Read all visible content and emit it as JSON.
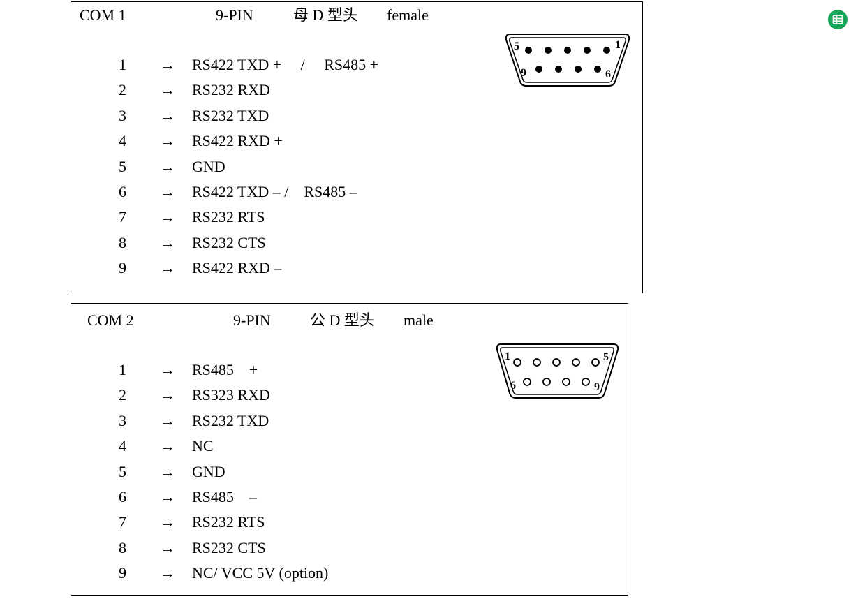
{
  "com1": {
    "port": "COM 1",
    "pins": "9-PIN",
    "type_cn": "母 D 型头",
    "type_en": "female",
    "connector_labels": [
      "5",
      "1",
      "9",
      "6"
    ],
    "rows": [
      {
        "num": "1",
        "arrow": "→",
        "text": "RS422 TXD +     /     RS485 +"
      },
      {
        "num": "2",
        "arrow": "→",
        "text": "RS232 RXD"
      },
      {
        "num": "3",
        "arrow": "→",
        "text": "RS232 TXD"
      },
      {
        "num": "4",
        "arrow": "→",
        "text": "RS422 RXD +"
      },
      {
        "num": "5",
        "arrow": "→",
        "text": "GND"
      },
      {
        "num": "6",
        "arrow": "→",
        "text": "RS422 TXD – /    RS485 –"
      },
      {
        "num": "7",
        "arrow": "→",
        "text": "RS232 RTS"
      },
      {
        "num": "8",
        "arrow": "→",
        "text": "RS232 CTS"
      },
      {
        "num": "9",
        "arrow": "→",
        "text": "RS422 RXD –"
      }
    ]
  },
  "com2": {
    "port": "COM 2",
    "pins": "9-PIN",
    "type_cn": "公 D 型头",
    "type_en": "male",
    "connector_labels": [
      "1",
      "5",
      "6",
      "9"
    ],
    "rows": [
      {
        "num": "1",
        "arrow": "→",
        "text": "RS485    +"
      },
      {
        "num": "2",
        "arrow": "→",
        "text": "RS323 RXD"
      },
      {
        "num": "3",
        "arrow": "→",
        "text": "RS232 TXD"
      },
      {
        "num": "4",
        "arrow": "→",
        "text": "NC"
      },
      {
        "num": "5",
        "arrow": "→",
        "text": "GND"
      },
      {
        "num": "6",
        "arrow": "→",
        "text": "RS485    –"
      },
      {
        "num": "7",
        "arrow": "→",
        "text": "RS232 RTS"
      },
      {
        "num": "8",
        "arrow": "→",
        "text": "RS232 CTS"
      },
      {
        "num": "9",
        "arrow": "→",
        "text": "NC/ VCC 5V (option)"
      }
    ]
  },
  "icons": {
    "sheets": "spreadsheet-icon"
  },
  "colors": {
    "sheets_green": "#18a558"
  }
}
